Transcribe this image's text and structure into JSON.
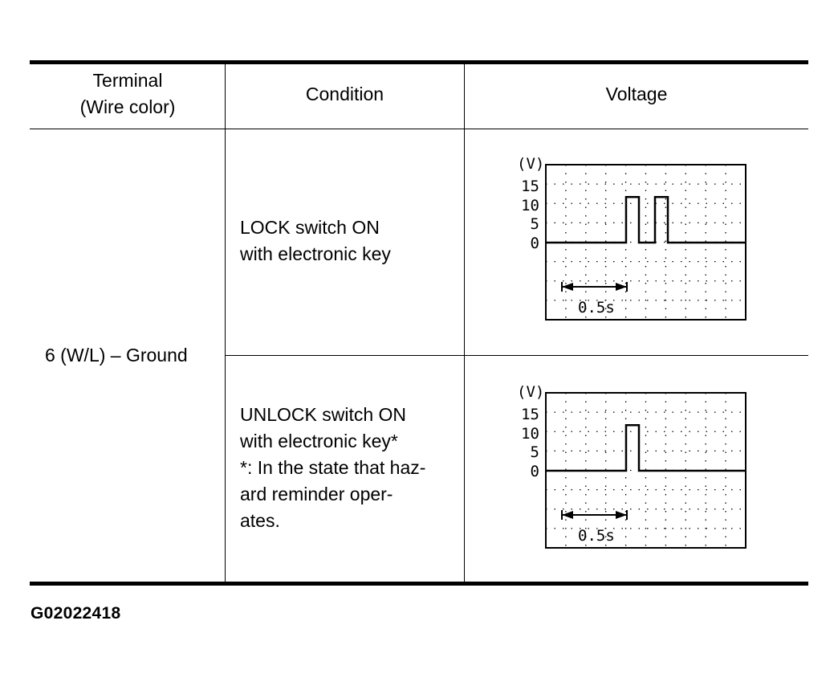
{
  "table": {
    "headers": {
      "terminal": [
        "Terminal",
        "(Wire color)"
      ],
      "condition": "Condition",
      "voltage": "Voltage"
    },
    "rows": [
      {
        "terminal": "6 (W/L) –  Ground",
        "conditions": [
          {
            "lines": [
              "LOCK switch ON",
              "with electronic key"
            ],
            "waveform": {
              "unit_label": "(V)",
              "y_ticks": [
                "15",
                "10",
                "5",
                "0"
              ],
              "time_label": "0.5s",
              "pulse_count": 2,
              "pulse_level_v": 12
            }
          },
          {
            "lines": [
              "UNLOCK switch ON",
              "with electronic key*",
              "*: In the state that haz-",
              "ard reminder oper-",
              "ates."
            ],
            "waveform": {
              "unit_label": "(V)",
              "y_ticks": [
                "15",
                "10",
                "5",
                "0"
              ],
              "time_label": "0.5s",
              "pulse_count": 1,
              "pulse_level_v": 12
            }
          }
        ]
      }
    ]
  },
  "figure_id": "G02022418"
}
